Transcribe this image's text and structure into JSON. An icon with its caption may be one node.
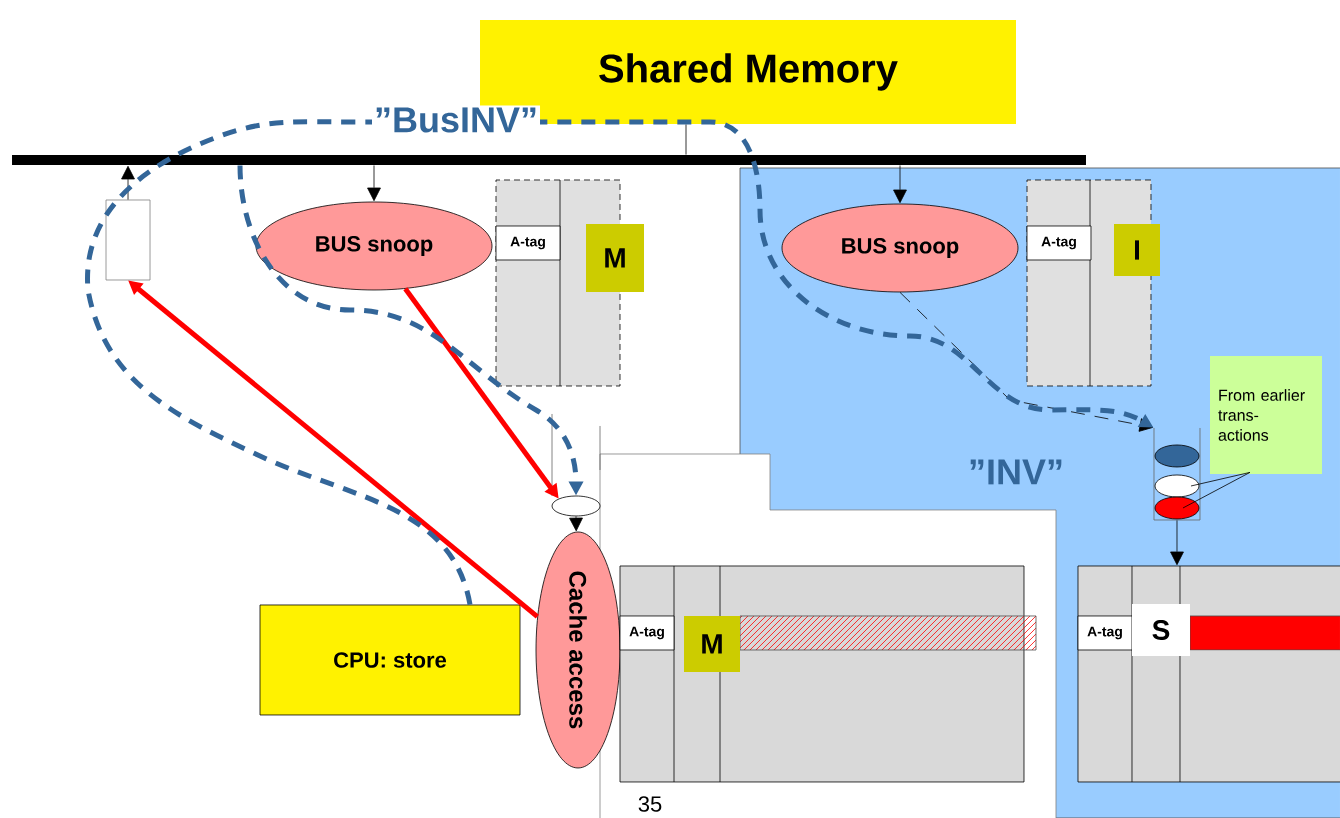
{
  "diagram": {
    "nodes": [
      {
        "text": [
          "Shared Memory"
        ]
      },
      {
        "text": [],
        "shape": "bar"
      },
      {
        "text": [],
        "shape": "box"
      },
      {
        "text": [
          "BUS snoop"
        ]
      },
      {
        "text": [],
        "shape": "box"
      },
      {
        "text": [
          "A-tag"
        ],
        "in": 4
      },
      {
        "text": [
          "M"
        ]
      },
      {
        "text": [
          "BUS snoop"
        ]
      },
      {
        "text": [],
        "shape": "box"
      },
      {
        "text": [
          "A-tag"
        ],
        "in": 8
      },
      {
        "text": [
          "I"
        ]
      },
      {
        "text": [
          "From earlier trans- actions"
        ]
      },
      {
        "text": [],
        "shape": "cylinder"
      },
      {
        "text": [],
        "shape": "circle"
      },
      {
        "text": [
          "Cache access"
        ]
      },
      {
        "text": [
          "CPU: store"
        ]
      },
      {
        "text": [],
        "shape": "box"
      },
      {
        "text": [
          "A-tag"
        ],
        "in": 16
      },
      {
        "text": [
          "M"
        ],
        "in": 16
      },
      {
        "text": [],
        "shape": "box"
      },
      {
        "text": [
          "A-tag"
        ],
        "in": 19
      },
      {
        "text": [
          "S"
        ],
        "in": 19
      }
    ],
    "edges": [
      {
        "from": 0,
        "to": 1,
        "arrow": "none"
      },
      {
        "from": 2,
        "to": 1,
        "arrow": "to"
      },
      {
        "from": 1,
        "to": 3,
        "arrow": "to"
      },
      {
        "from": 1,
        "to": 7,
        "arrow": "to"
      },
      {
        "from": 7,
        "to": 12,
        "arrow": "to",
        "style": "dashed"
      },
      {
        "from": 12,
        "to": 19,
        "arrow": "to"
      },
      {
        "from": 11,
        "to": 12,
        "arrow": "none"
      },
      {
        "from": 11,
        "to": 12,
        "arrow": "none"
      },
      {
        "from": 13,
        "to": 14,
        "arrow": "to"
      },
      {
        "from": 14,
        "to": 2,
        "arrow": "to",
        "style": "thick",
        "color": "#ff0000"
      },
      {
        "from": 3,
        "to": 13,
        "arrow": "to",
        "style": "thick",
        "color": "#ff0000"
      },
      {
        "from": 15,
        "to": 12,
        "arrow": "to",
        "label": "”BusINV”",
        "style": "dashed",
        "color": "#336699"
      },
      {
        "from": 1,
        "to": 13,
        "arrow": "to",
        "style": "dashed",
        "color": "#336699"
      }
    ],
    "labels": [
      "”INV”",
      "35"
    ]
  }
}
